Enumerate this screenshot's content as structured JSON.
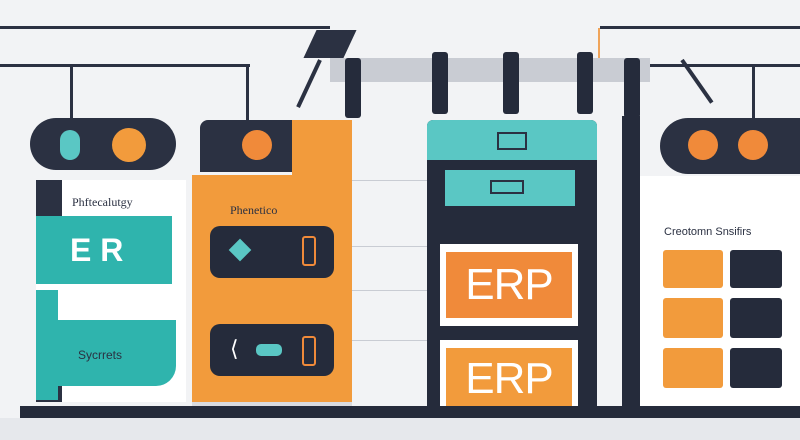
{
  "panels": {
    "left": {
      "caption": "Phftecalutgy",
      "title": "E R",
      "footer": "Sycrrets"
    },
    "center_left": {
      "caption": "Phenetico"
    },
    "center": {
      "tile_top": "ERP",
      "tile_bottom": "ERP"
    },
    "right": {
      "caption": "Creotomn Snsifirs"
    }
  },
  "colors": {
    "navy": "#252b3b",
    "orange": "#f29b3c",
    "teal": "#2fb4ad",
    "background": "#f2f3f5"
  },
  "icons": [
    "traffic-light-icon",
    "diamond-icon",
    "battery-icon",
    "link-icon",
    "lamp-icon"
  ]
}
